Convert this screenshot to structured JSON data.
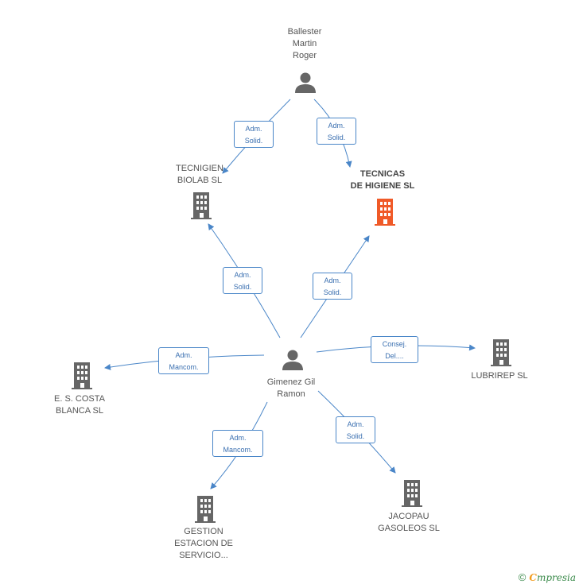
{
  "nodes": {
    "ballester": {
      "label": "Ballester\nMartin\nRoger",
      "icon": "person-icon",
      "color": "#666666"
    },
    "tecnigien": {
      "label": "TECNIGIEN\nBIOLAB  SL",
      "icon": "building-icon",
      "color": "#666666"
    },
    "tecnicas": {
      "label": "TECNICAS\nDE HIGIENE SL",
      "icon": "building-icon",
      "color": "#f05a28"
    },
    "gimenez": {
      "label": "Gimenez Gil\nRamon",
      "icon": "person-icon",
      "color": "#666666"
    },
    "costa": {
      "label": "E. S. COSTA\nBLANCA SL",
      "icon": "building-icon",
      "color": "#666666"
    },
    "lubrirep": {
      "label": "LUBRIREP SL",
      "icon": "building-icon",
      "color": "#666666"
    },
    "gestion": {
      "label": "GESTION\nESTACION DE\nSERVICIO...",
      "icon": "building-icon",
      "color": "#666666"
    },
    "jacopau": {
      "label": "JACOPAU\nGASOLEOS SL",
      "icon": "building-icon",
      "color": "#666666"
    }
  },
  "edges": {
    "ballester_tecnigien": "Adm.\nSolid.",
    "ballester_tecnicas": "Adm.\nSolid.",
    "gimenez_tecnigien": "Adm.\nSolid.",
    "gimenez_tecnicas": "Adm.\nSolid.",
    "gimenez_costa": "Adm.\nMancom.",
    "gimenez_lubrirep": "Consej.\nDel....",
    "gimenez_gestion": "Adm.\nMancom.",
    "gimenez_jacopau": "Adm.\nSolid."
  },
  "colors": {
    "edge": "#4a86c8",
    "focus_node": "#f05a28",
    "node": "#666666"
  },
  "footer": {
    "copyright": "©",
    "brand_first": "C",
    "brand_rest": "mpresia"
  }
}
